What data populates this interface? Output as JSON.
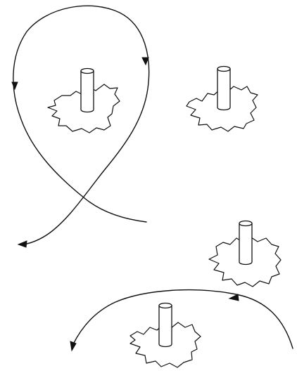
{
  "diagram": {
    "background": "#ffffff",
    "ink_color": "#111111",
    "posts": [
      {
        "id": "post-1",
        "label": ""
      },
      {
        "id": "post-2",
        "label": ""
      },
      {
        "id": "post-3",
        "label": ""
      },
      {
        "id": "post-4",
        "label": ""
      }
    ],
    "paths": [
      {
        "id": "loop-path",
        "arrow_count": 3
      },
      {
        "id": "arc-path",
        "arrow_count": 2
      }
    ]
  }
}
